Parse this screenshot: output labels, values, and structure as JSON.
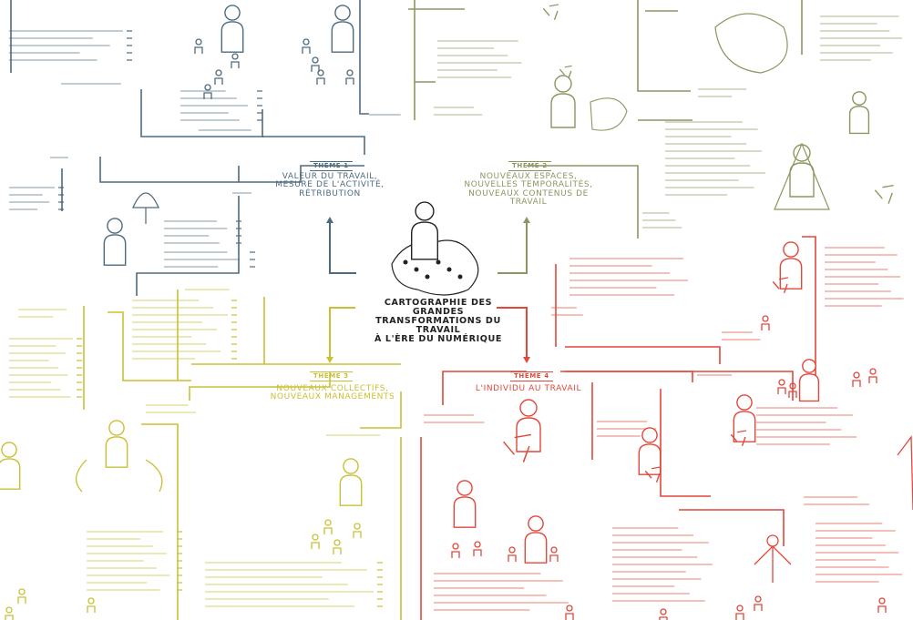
{
  "map": {
    "center_title_lines": [
      "CARTOGRAPHIE DES GRANDES",
      "TRANSFORMATIONS DU TRAVAIL",
      "À L'ÈRE DU NUMÉRIQUE"
    ]
  },
  "themes": [
    {
      "tag": "THÈME 1",
      "title_lines": [
        "VALEUR DU TRAVAIL,",
        "MESURE DE L'ACTIVITÉ,",
        "RÉTRIBUTION"
      ],
      "color": "#4d6b80"
    },
    {
      "tag": "THÈME 2",
      "title_lines": [
        "NOUVEAUX ESPACES,",
        "NOUVELLES TEMPORALITÉS,",
        "NOUVEAUX CONTENUS DE TRAVAIL"
      ],
      "color": "#8f9560"
    },
    {
      "tag": "THÈME 3",
      "title_lines": [
        "NOUVEAUX COLLECTIFS,",
        "NOUVEAUX MANAGEMENTS"
      ],
      "color": "#c9c034"
    },
    {
      "tag": "THÈME 4",
      "title_lines": [
        "L'INDIVIDU AU TRAVAIL"
      ],
      "color": "#e2473a"
    }
  ],
  "palette": {
    "center": "#222222",
    "background": "#ffffff"
  }
}
